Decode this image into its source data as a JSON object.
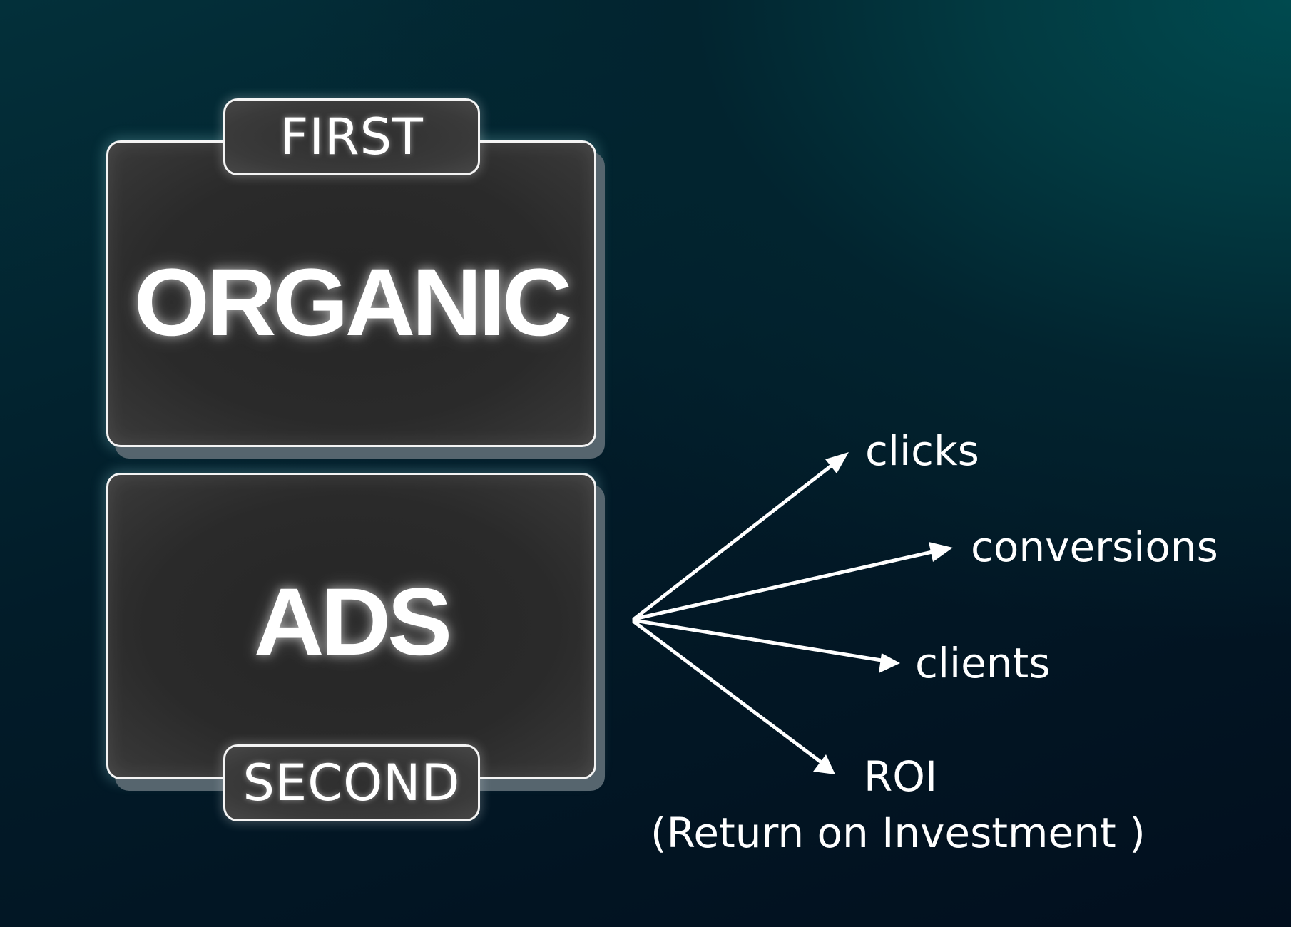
{
  "top_card": {
    "tab_label": "FIRST",
    "title": "ORGANIC"
  },
  "bottom_card": {
    "tab_label": "SECOND",
    "title": "ADS"
  },
  "outcomes": {
    "clicks": "clicks",
    "conversions": "conversions",
    "clients": "clients",
    "roi": "ROI",
    "roi_expansion": "(Return on Investment )"
  },
  "colors": {
    "background_top_right": "#004449",
    "background_bottom_left": "#020f1e",
    "card_fill": "#2b2b2b",
    "card_border": "#f4f4f4",
    "card_shadow": "#56656e",
    "text": "#ffffff"
  }
}
